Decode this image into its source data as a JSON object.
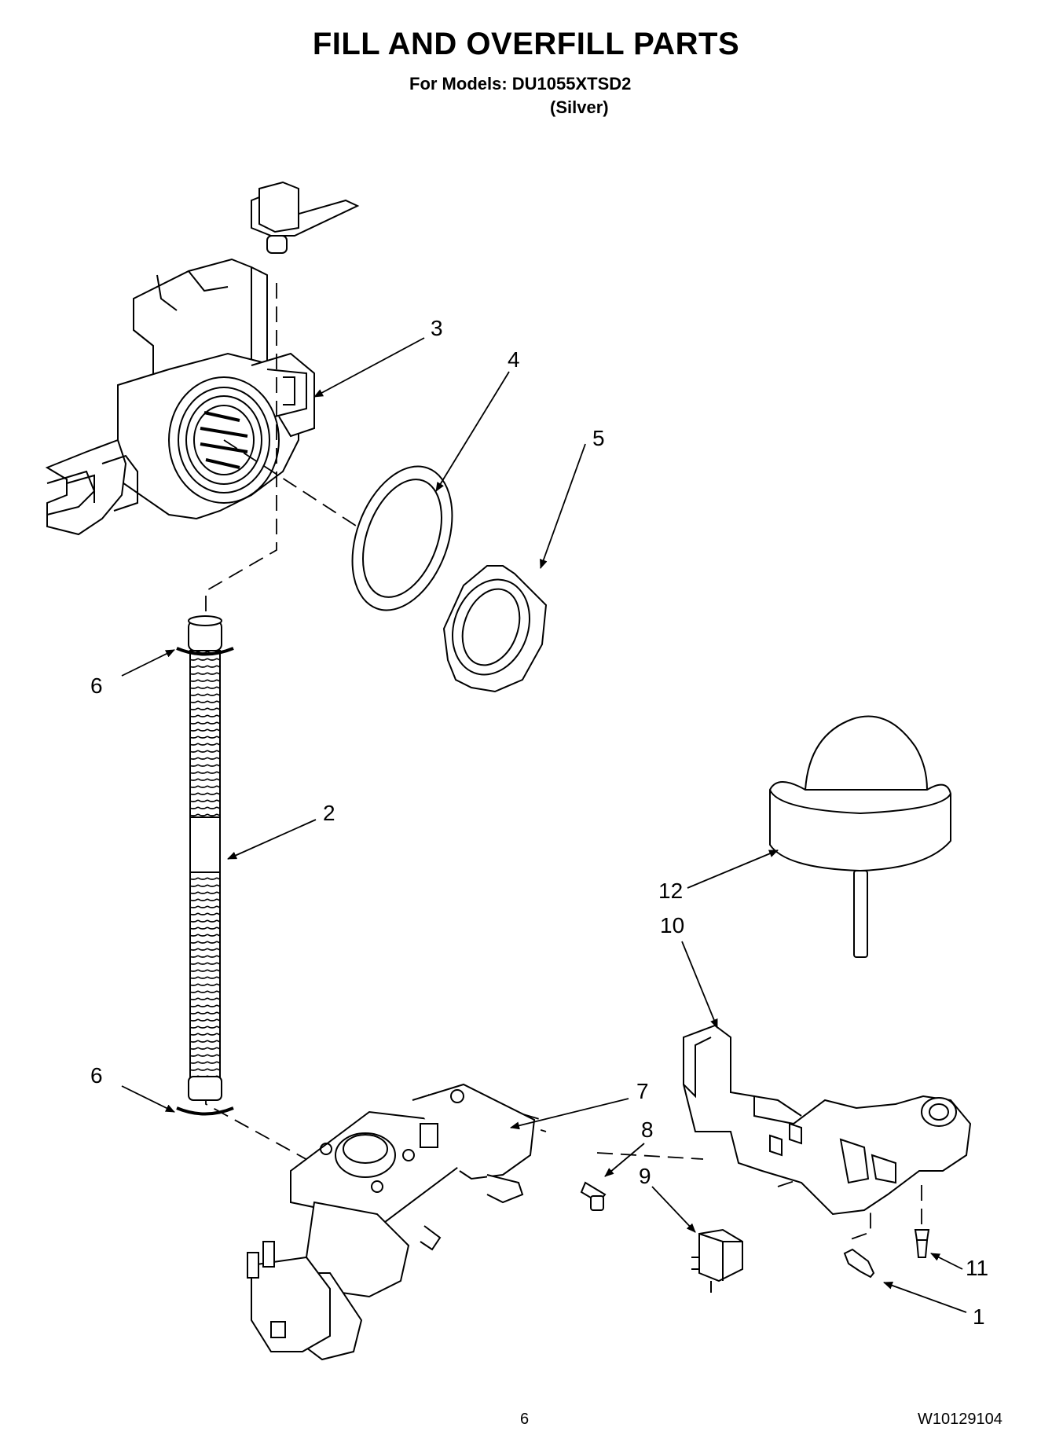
{
  "header": {
    "title": "FILL AND OVERFILL PARTS",
    "models": "For Models: DU1055XTSD2",
    "variant": "(Silver)"
  },
  "callouts": {
    "c1": "1",
    "c2": "2",
    "c3": "3",
    "c4": "4",
    "c5": "5",
    "c6a": "6",
    "c6b": "6",
    "c7": "7",
    "c8": "8",
    "c9": "9",
    "c10": "10",
    "c11": "11",
    "c12": "12"
  },
  "footer": {
    "page_number": "6",
    "document_number": "W10129104"
  }
}
